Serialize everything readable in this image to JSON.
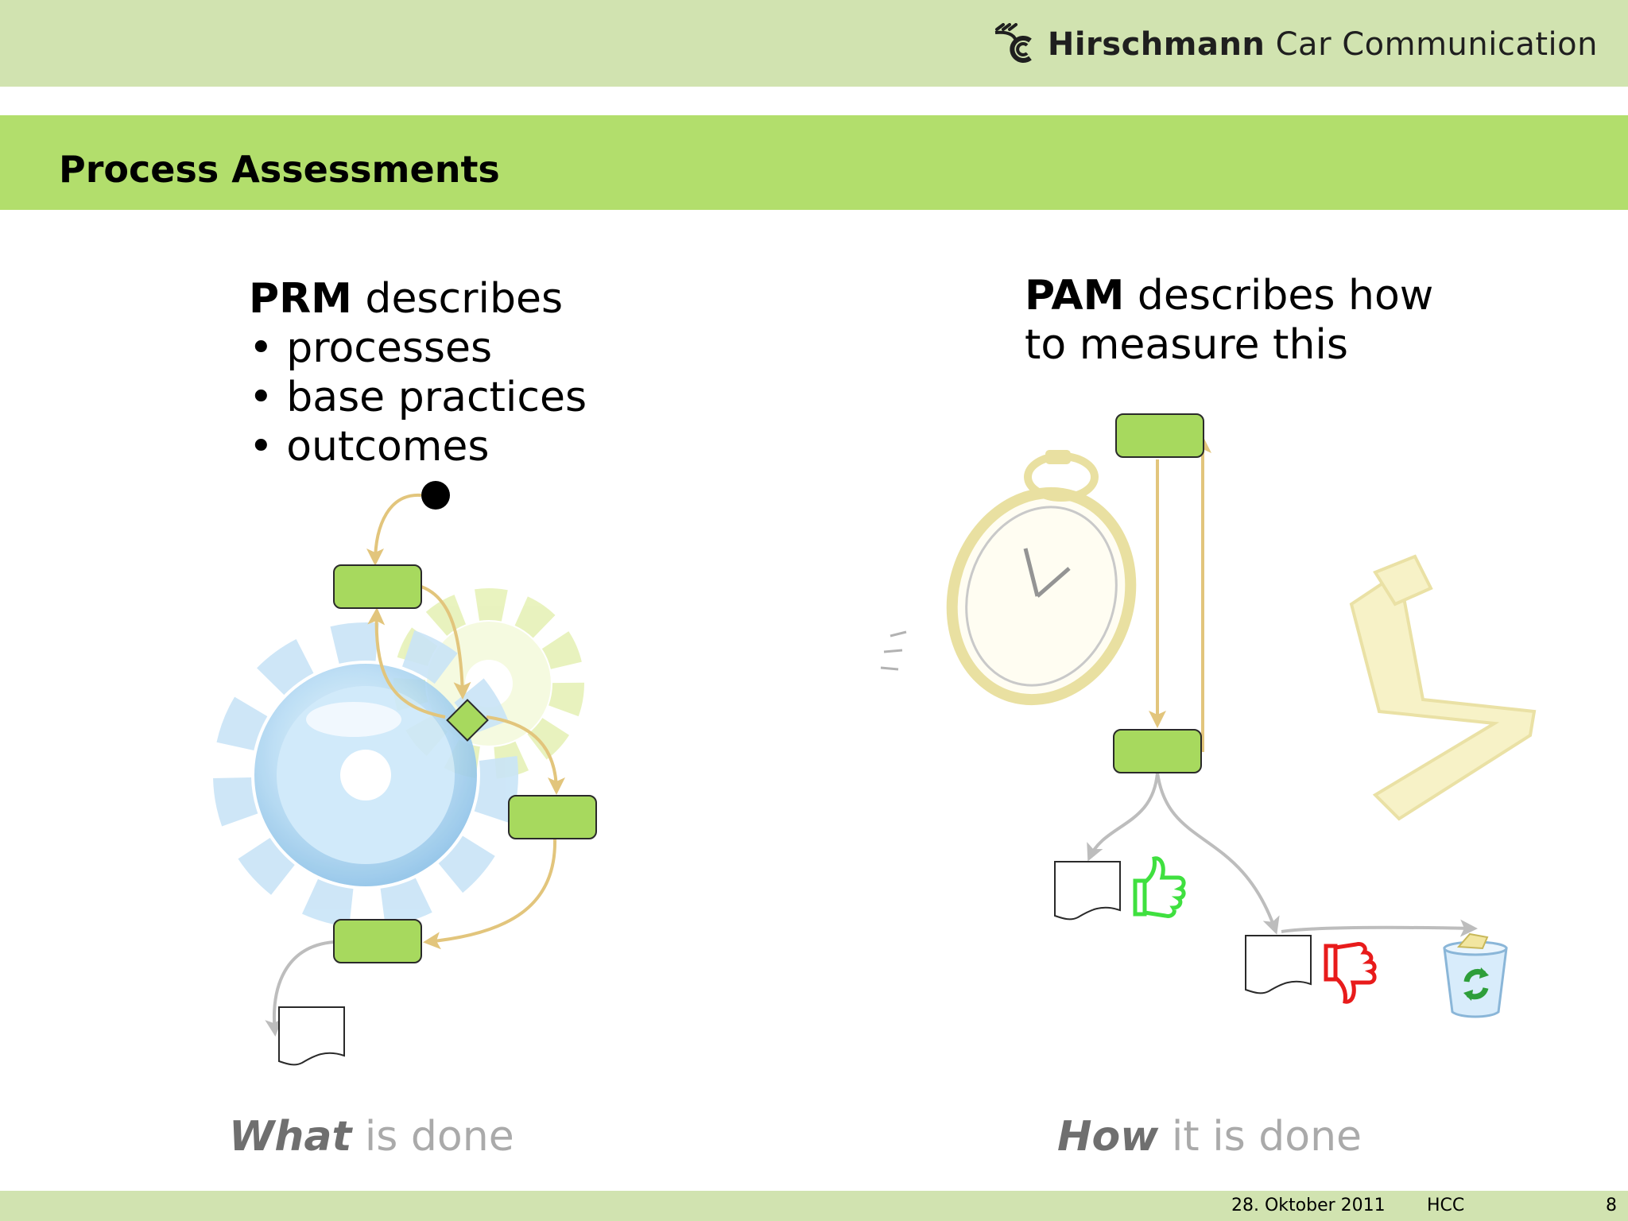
{
  "header": {
    "logo_bold": "Hirschmann",
    "logo_rest": " Car Communication",
    "logo_icon": "hirschmann-antler-logo"
  },
  "title": "Process Assessments",
  "prm": {
    "heading_bold": "PRM",
    "heading_rest": " describes",
    "bullets": [
      "processes",
      "base practices",
      "outcomes"
    ]
  },
  "pam": {
    "heading_bold": "PAM",
    "heading_rest": " describes how",
    "line2": "to measure this"
  },
  "captions": {
    "left_em": "What",
    "left_rest": " is done",
    "right_em": "How",
    "right_rest": " it is done"
  },
  "footer": {
    "date": "28. Oktober 2011",
    "org": "HCC",
    "page": "8"
  },
  "colors": {
    "top_band": "#d1e3b0",
    "title_band": "#b2de6c",
    "box_fill": "#a7d95e",
    "flow_arrow": "#e2c57c",
    "output_arrow": "#bdbdbd",
    "thumb_up": "#3fe03f",
    "thumb_down": "#e81b1b"
  },
  "icons": [
    "gear-icon",
    "stopwatch-icon",
    "folding-ruler-icon",
    "thumbs-up-icon",
    "thumbs-down-icon",
    "recycle-bin-icon",
    "document-icon",
    "start-node-icon",
    "decision-diamond-icon"
  ]
}
